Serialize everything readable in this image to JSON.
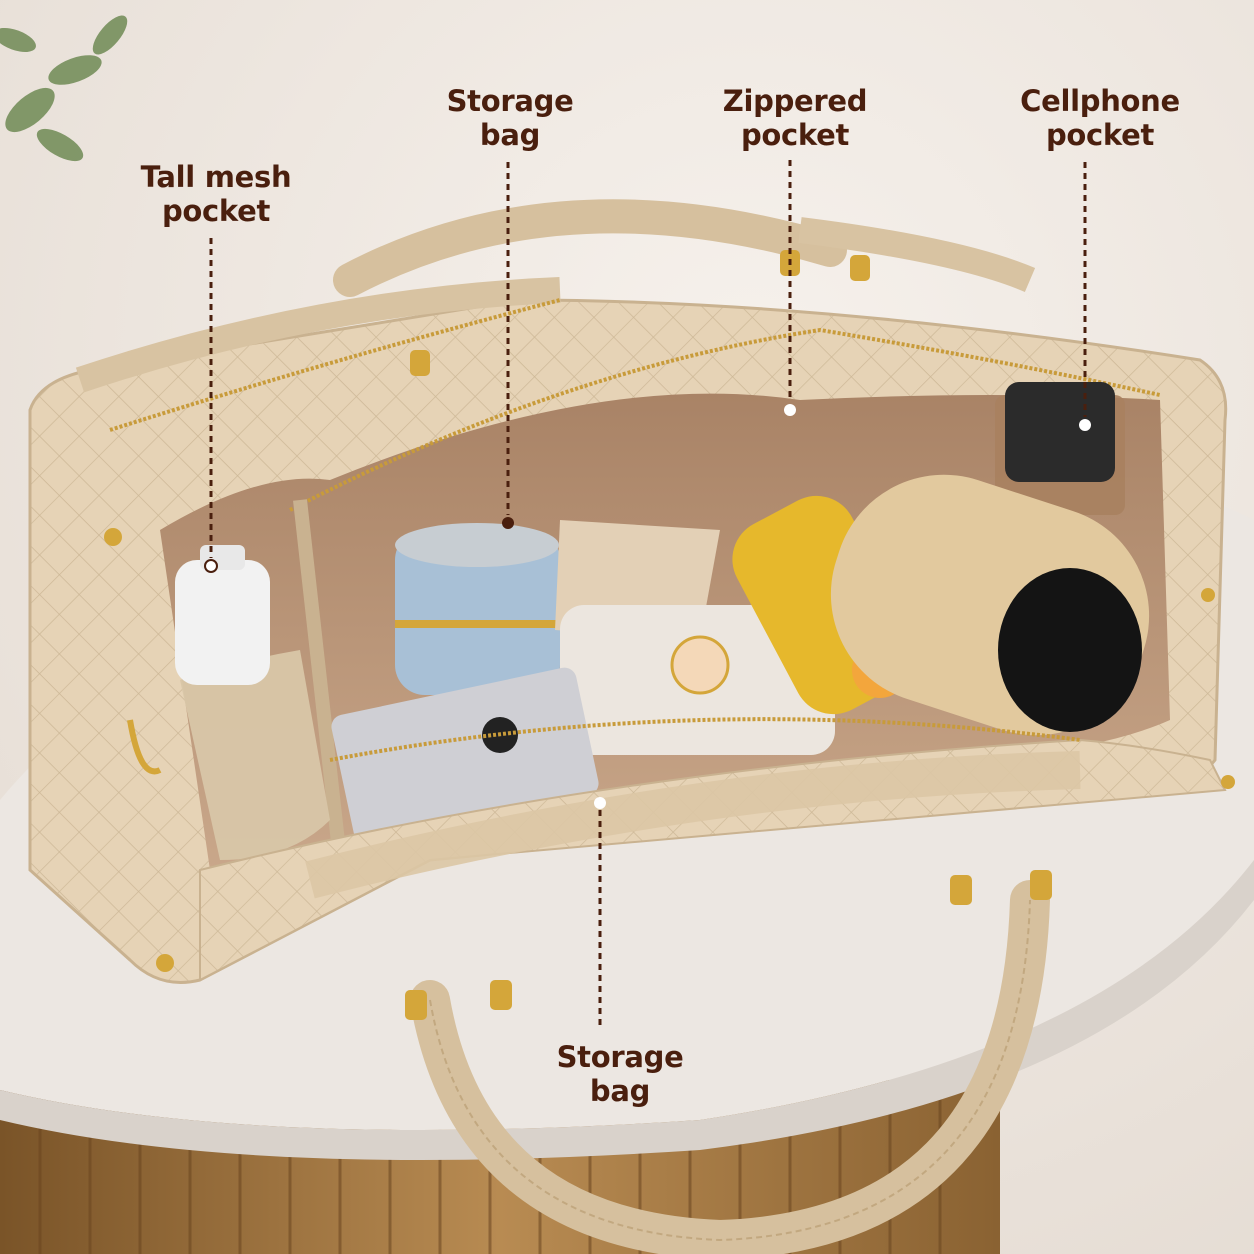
{
  "callouts": {
    "tall_mesh_pocket": {
      "line1": "Tall mesh",
      "line2": "pocket"
    },
    "storage_bag_top": {
      "line1": "Storage",
      "line2": "bag"
    },
    "zippered_pocket": {
      "line1": "Zippered",
      "line2": "pocket"
    },
    "cellphone_pocket": {
      "line1": "Cellphone",
      "line2": "pocket"
    },
    "storage_bag_bottom": {
      "line1": "Storage",
      "line2": "bag"
    }
  },
  "colors": {
    "label_text": "#4a1f0e",
    "leader_line": "#4a1f0e",
    "bag_body": "#e6d3b6",
    "bag_lining": "#b89276",
    "hardware": "#d4a63a",
    "wall": "#efe8e2",
    "table_top": "#ece7e2",
    "table_base": "#a0763f"
  }
}
